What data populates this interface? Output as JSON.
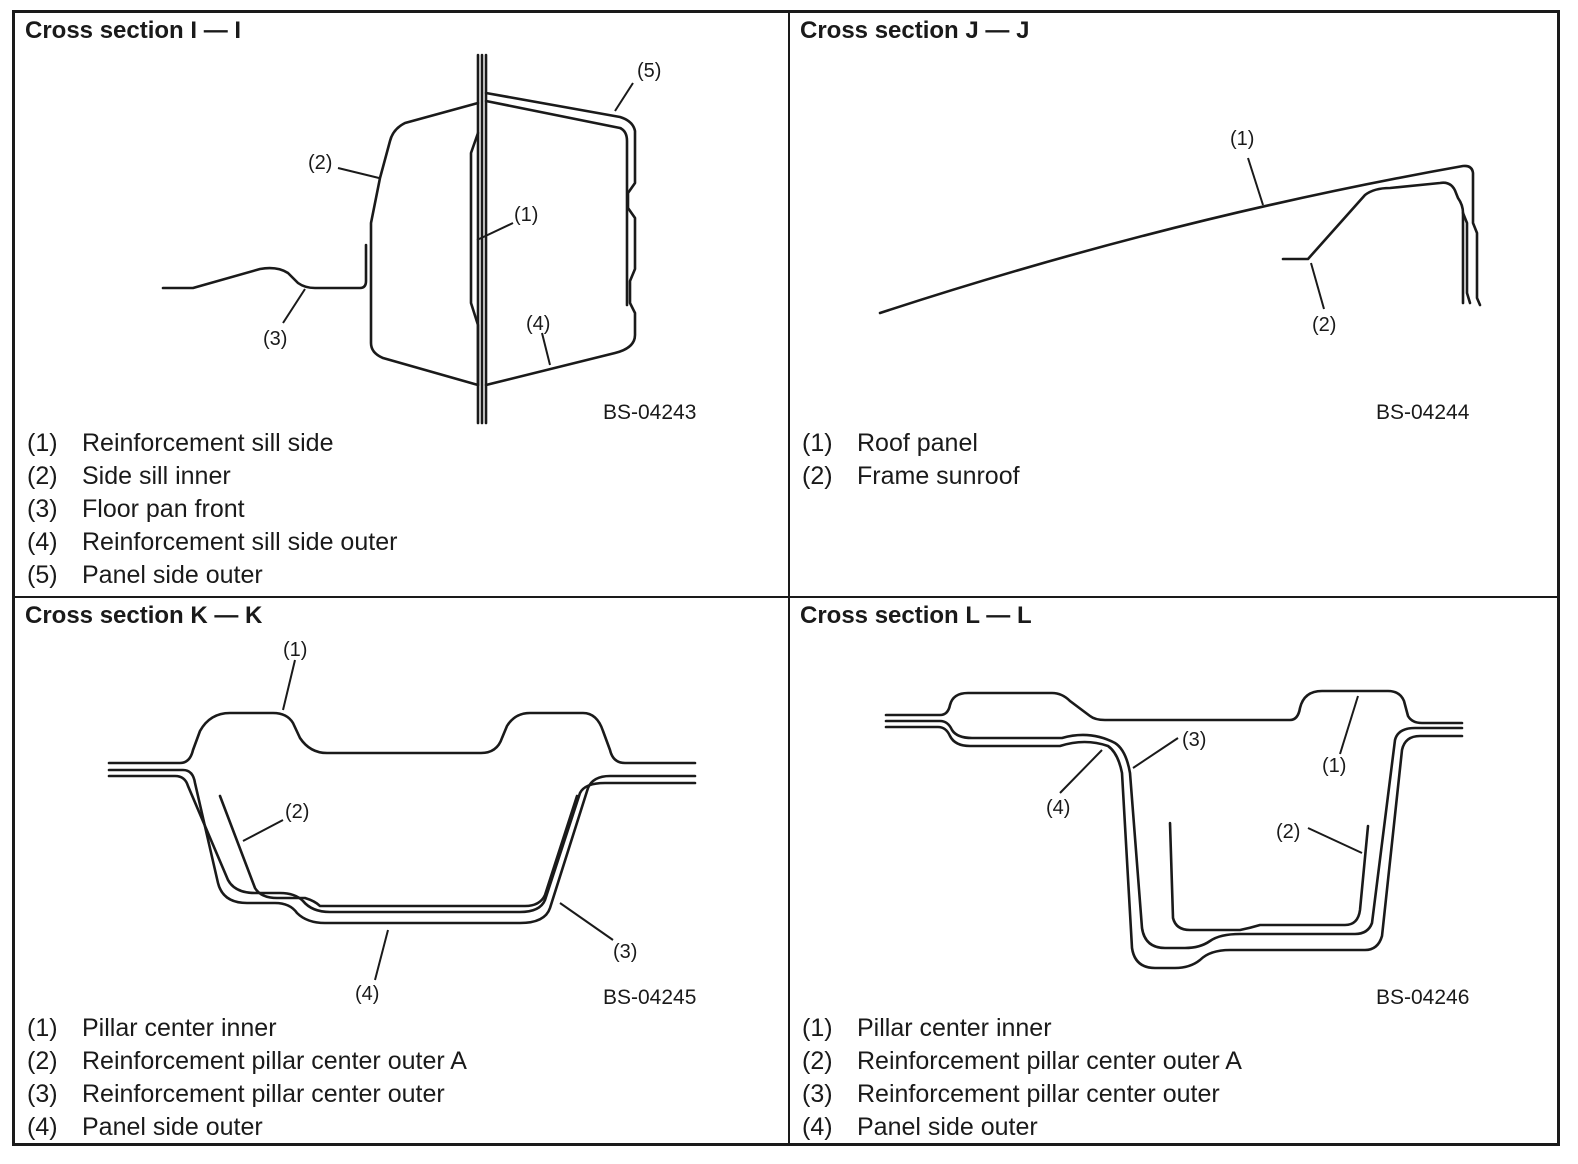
{
  "sections": [
    {
      "title": "Cross section I — I",
      "code": "BS-04243",
      "callouts": [
        "(1)",
        "(2)",
        "(3)",
        "(4)",
        "(5)"
      ],
      "legend": [
        {
          "num": "(1)",
          "label": "Reinforcement sill side"
        },
        {
          "num": "(2)",
          "label": "Side sill inner"
        },
        {
          "num": "(3)",
          "label": "Floor pan front"
        },
        {
          "num": "(4)",
          "label": "Reinforcement sill side outer"
        },
        {
          "num": "(5)",
          "label": "Panel side outer"
        }
      ]
    },
    {
      "title": "Cross section J — J",
      "code": "BS-04244",
      "callouts": [
        "(1)",
        "(2)"
      ],
      "legend": [
        {
          "num": "(1)",
          "label": "Roof panel"
        },
        {
          "num": "(2)",
          "label": "Frame sunroof"
        }
      ]
    },
    {
      "title": "Cross section K — K",
      "code": "BS-04245",
      "callouts": [
        "(1)",
        "(2)",
        "(3)",
        "(4)"
      ],
      "legend": [
        {
          "num": "(1)",
          "label": "Pillar center inner"
        },
        {
          "num": "(2)",
          "label": "Reinforcement pillar center outer A"
        },
        {
          "num": "(3)",
          "label": "Reinforcement pillar center outer"
        },
        {
          "num": "(4)",
          "label": "Panel side outer"
        }
      ]
    },
    {
      "title": "Cross section L — L",
      "code": "BS-04246",
      "callouts": [
        "(1)",
        "(2)",
        "(3)",
        "(4)"
      ],
      "legend": [
        {
          "num": "(1)",
          "label": "Pillar center inner"
        },
        {
          "num": "(2)",
          "label": "Reinforcement pillar center outer A"
        },
        {
          "num": "(3)",
          "label": "Reinforcement pillar center outer"
        },
        {
          "num": "(4)",
          "label": "Panel side outer"
        }
      ]
    }
  ]
}
